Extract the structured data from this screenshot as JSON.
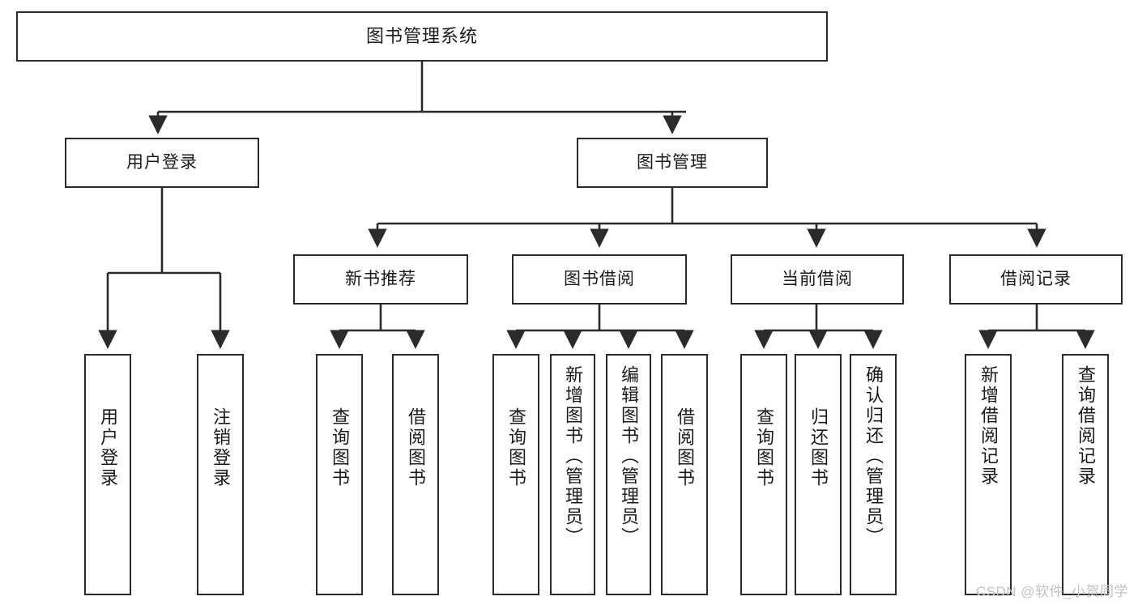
{
  "diagram": {
    "title": "图书管理系统",
    "type": "hierarchy-tree",
    "watermark": "CSDN @软件_小贺同学",
    "colors": {
      "border": "#2b2b2b",
      "background": "#ffffff",
      "text": "#1a1a1a",
      "watermark": "#c2c2c2"
    },
    "root": {
      "label": "图书管理系统"
    },
    "level2": [
      {
        "label": "用户登录"
      },
      {
        "label": "图书管理"
      }
    ],
    "level3": [
      {
        "label": "新书推荐"
      },
      {
        "label": "图书借阅"
      },
      {
        "label": "当前借阅"
      },
      {
        "label": "借阅记录"
      }
    ],
    "leaves": {
      "user_login": [
        {
          "label": "用户登录"
        },
        {
          "label": "注销登录"
        }
      ],
      "new_book": [
        {
          "label": "查询图书"
        },
        {
          "label": "借阅图书"
        }
      ],
      "book_borrow": [
        {
          "label": "查询图书"
        },
        {
          "label": "新增图书（管理员）"
        },
        {
          "label": "编辑图书（管理员）"
        },
        {
          "label": "借阅图书"
        }
      ],
      "current_borrow": [
        {
          "label": "查询图书"
        },
        {
          "label": "归还图书"
        },
        {
          "label": "确认归还（管理员）"
        }
      ],
      "borrow_record": [
        {
          "label": "新增借阅记录"
        },
        {
          "label": "查询借阅记录"
        }
      ]
    }
  }
}
